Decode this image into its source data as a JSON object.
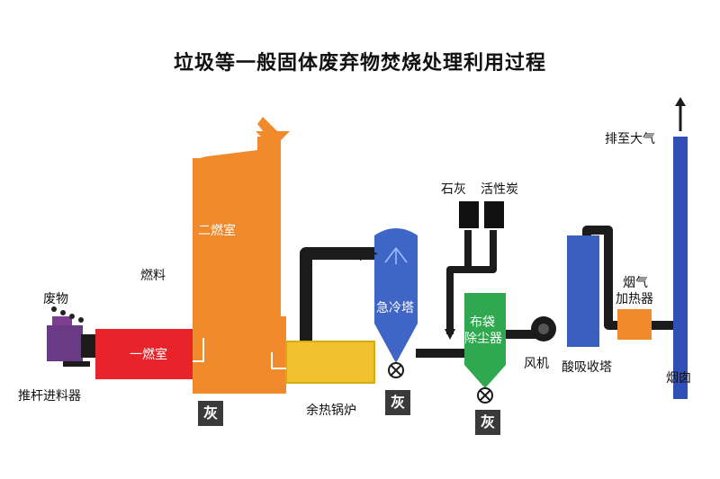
{
  "title": "垃圾等一般固体废弃物焚烧处理利用过程",
  "labels": {
    "waste": "废物",
    "pusher_feeder": "推杆进料器",
    "fuel": "燃料",
    "primary_chamber": "一燃室",
    "secondary_chamber": "二燃室",
    "waste_heat_boiler": "余热锅炉",
    "quench_tower": "急冷塔",
    "lime": "石灰",
    "activated_carbon": "活性炭",
    "bag_filter_line1": "布袋",
    "bag_filter_line2": "除尘器",
    "fan": "风机",
    "acid_absorption_tower": "酸吸收塔",
    "flue_gas_heater_line1": "烟气",
    "flue_gas_heater_line2": "加热器",
    "chimney": "烟囱",
    "discharge": "排至大气",
    "ash": "灰"
  },
  "colors": {
    "furnace": "#F08A2A",
    "primary_chamber": "#E8232A",
    "boiler": "#F2C22E",
    "quench_tower": "#3F66C6",
    "bag_filter": "#2FA84F",
    "absorption_tower": "#3B5FC0",
    "heater": "#F08A2A",
    "chimney": "#3050B8",
    "pipe": "#1b1b1b"
  }
}
